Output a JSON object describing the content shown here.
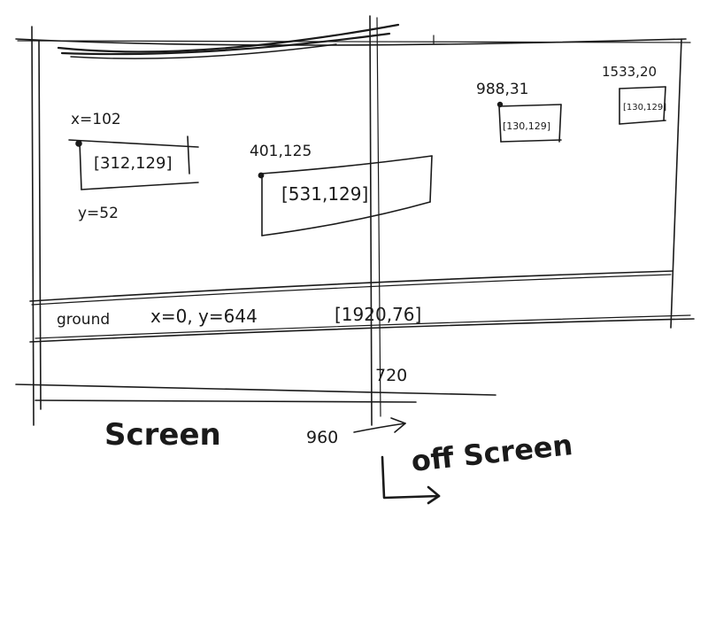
{
  "annotations": {
    "platform1_x": "x=102",
    "platform1_y": "y=52",
    "platform1_size": "[312,129]",
    "platform2_pos": "401,125",
    "platform2_size": "[531,129]",
    "platform3_pos": "988,31",
    "platform3_size": "[130,129]",
    "platform4_pos": "1533,20",
    "platform4_size": "[130,129]",
    "ground_label": "ground",
    "ground_pos": "x=0, y=644",
    "ground_size": "[1920,76]",
    "screen_height": "720",
    "screen_width": "960",
    "screen_label": "Screen",
    "offscreen_label": "off Screen"
  },
  "colors": {
    "ink": "#1a1a1a",
    "paper": "#ffffff"
  }
}
